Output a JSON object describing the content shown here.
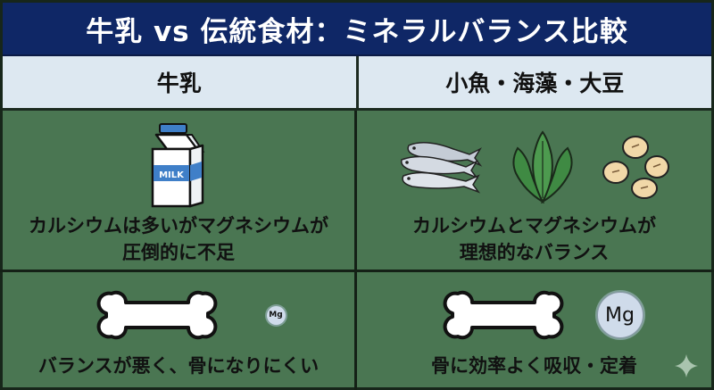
{
  "title": "牛乳 vs 伝統食材：ミネラルバランス比較",
  "columns": [
    {
      "label": "牛乳"
    },
    {
      "label": "小魚・海藻・大豆"
    }
  ],
  "rows": {
    "foods": {
      "left": {
        "icons": [
          "milk-carton-icon"
        ],
        "milk_label": "MILK",
        "caption_line1": "カルシウムは多いがマグネシウムが",
        "caption_line2": "圧倒的に不足"
      },
      "right": {
        "icons": [
          "small-fish-icon",
          "seaweed-icon",
          "soybeans-icon"
        ],
        "caption_line1": "カルシウムとマグネシウムが",
        "caption_line2": "理想的なバランス"
      }
    },
    "absorption": {
      "left": {
        "icons": [
          "bone-icon",
          "magnesium-small-icon"
        ],
        "mg_label": "Mg",
        "caption": "バランスが悪く、骨になりにくい"
      },
      "right": {
        "icons": [
          "bone-icon",
          "magnesium-large-icon"
        ],
        "mg_label": "Mg",
        "caption": "骨に効率よく吸収・定着"
      }
    }
  },
  "colors": {
    "title_bg": "#0f2766",
    "header_bg": "#dde8f1",
    "panel_bg": "#4a7652",
    "divider": "#142016",
    "milk_blue": "#3f7fc8",
    "mg_circle": "#cfdbea"
  }
}
